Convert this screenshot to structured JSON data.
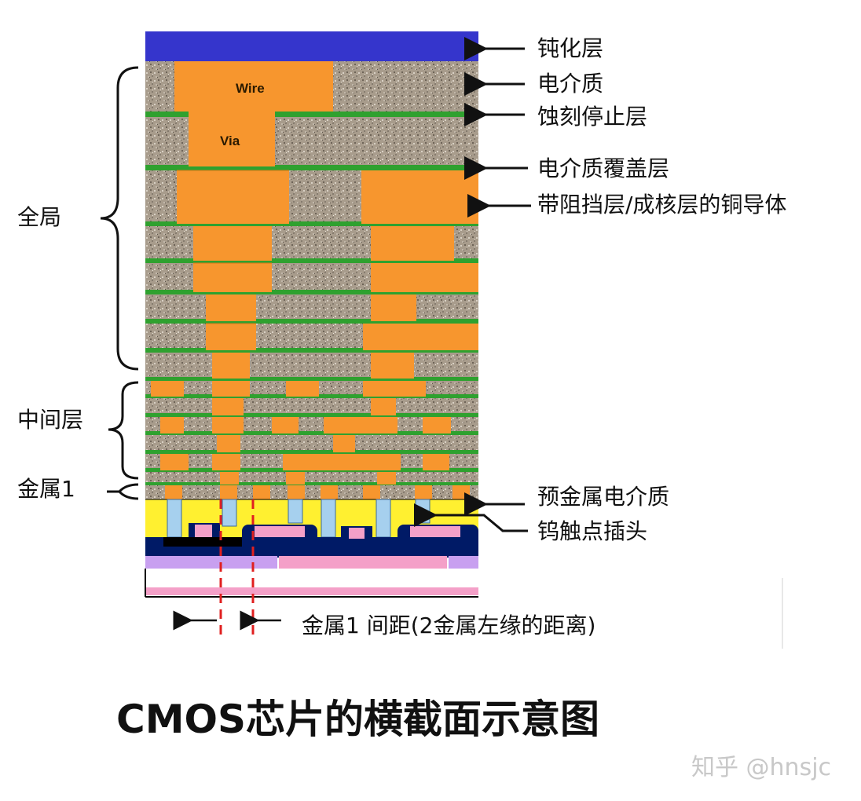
{
  "title": "CMOS芯片的横截面示意图",
  "watermark": "知乎 @hnsjc",
  "inner_labels": {
    "wire": "Wire",
    "via": "Via"
  },
  "right_labels": {
    "passivation": "钝化层",
    "dielectric": "电介质",
    "etch_stop": "蚀刻停止层",
    "cap": "电介质覆盖层",
    "copper": "带阻挡层/成核层的铜导体",
    "pmd": "预金属电介质",
    "tungsten": "钨触点插头"
  },
  "left_labels": {
    "global": "全局",
    "intermediate": "中间层",
    "metal1": "金属1"
  },
  "pitch_label": "金属1 间距(2金属左缘的距离)",
  "colors": {
    "passivation": "#3535cc",
    "dielectric": "#a89c8c",
    "copper": "#f7962e",
    "etch_stop": "#2fa12f",
    "pmd": "#fff030",
    "tungsten": "#a6d0ee",
    "gate": "#f4a0c8",
    "diffusion": "#001a66",
    "well": "#c8a0f0",
    "pitch_marker": "#e02020"
  }
}
